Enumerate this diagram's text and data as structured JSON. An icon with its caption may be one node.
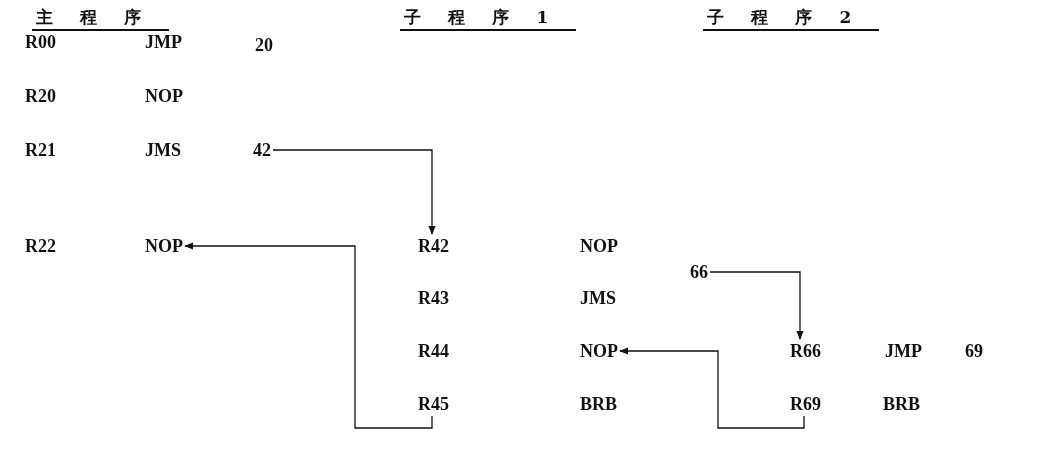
{
  "diagram": {
    "nodes": [
      {
        "text": [
          "42"
        ]
      },
      {
        "text": [
          "R42"
        ]
      },
      {
        "text": [
          "NOP"
        ]
      },
      {
        "text": [
          "R45"
        ]
      },
      {
        "text": [
          "66"
        ]
      },
      {
        "text": [
          "R66"
        ]
      },
      {
        "text": [
          "NOP"
        ]
      },
      {
        "text": [
          "R69"
        ]
      }
    ],
    "edges": [
      {
        "from": 0,
        "to": 1,
        "arrow": "to"
      },
      {
        "from": 3,
        "to": 2,
        "arrow": "to"
      },
      {
        "from": 4,
        "to": 5,
        "arrow": "to"
      },
      {
        "from": 7,
        "to": 6,
        "arrow": "to"
      }
    ],
    "labels": [
      "主程序",
      "子程序1",
      "子程序2",
      "R00",
      "JMP",
      "20",
      "R20",
      "NOP",
      "R21",
      "JMS",
      "R22",
      "NOP",
      "R43",
      "JMS",
      "R44",
      "JMP",
      "69",
      "BRB",
      "BRB"
    ]
  }
}
